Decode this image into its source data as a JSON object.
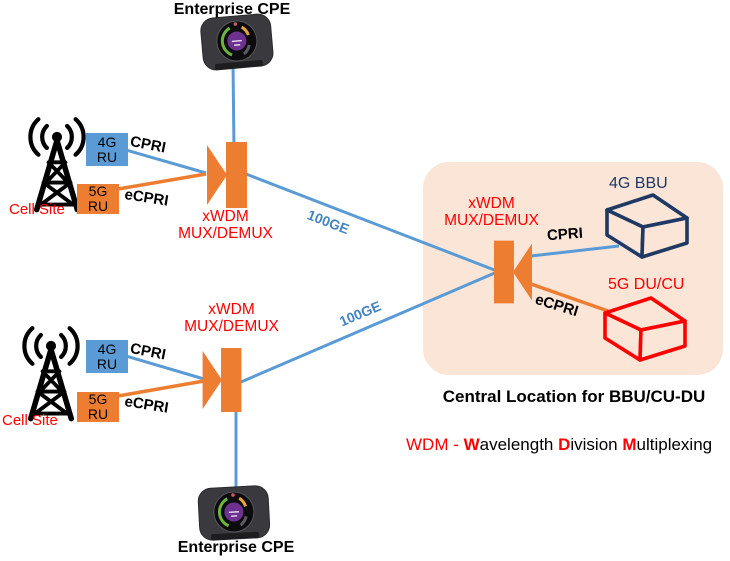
{
  "labels": {
    "enterprise_cpe": "Enterprise CPE",
    "cell_site": "Cell Site",
    "ru_4g": {
      "line1": "4G",
      "line2": "RU"
    },
    "ru_5g": {
      "line1": "5G",
      "line2": "RU"
    },
    "cpri": "CPRI",
    "ecpri": "eCPRI",
    "mux": {
      "line1": "xWDM",
      "line2": "MUX/DEMUX"
    },
    "link_100ge": "100GE",
    "bbu_4g": "4G BBU",
    "du_cu_5g": "5G DU/CU",
    "central_location": "Central Location for BBU/CU-DU",
    "legend": {
      "prefix": "WDM - ",
      "w_initial": "W",
      "w_rest": "avelength ",
      "d_initial": "D",
      "d_rest": "ivision ",
      "m_initial": "M",
      "m_rest": "ultiplexing"
    }
  },
  "colors": {
    "link_blue": "#5B9BD5",
    "link_orange": "#ED7D31",
    "mux_fill": "#ED7D31",
    "box_4g": "#5B9BD5",
    "box_5g": "#ED7D31",
    "central_zone_fill": "#FBE5D6",
    "red_text": "#FF0000",
    "navy_text": "#1F3864",
    "ge_label_blue": "#4484C4"
  }
}
